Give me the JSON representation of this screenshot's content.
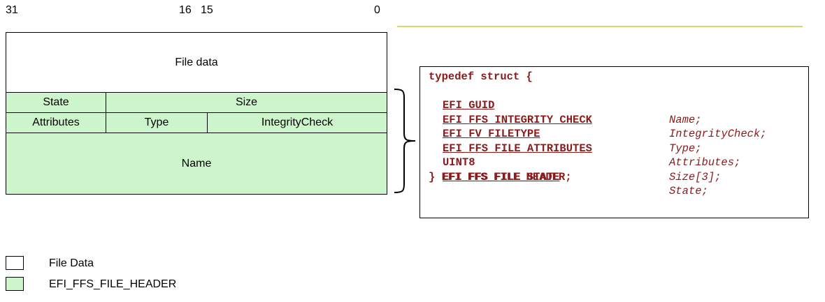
{
  "bit_labels": {
    "b31": "31",
    "b16": "16",
    "b15": "15",
    "b0": "0"
  },
  "layout_diagram": {
    "file_data": "File data",
    "state": "State",
    "size": "Size",
    "attributes": "Attributes",
    "type": "Type",
    "integrity_check": "IntegrityCheck",
    "name": "Name"
  },
  "code": {
    "open": "typedef struct {",
    "fields": [
      {
        "type": "EFI_GUID",
        "name": "Name;"
      },
      {
        "type": "EFI_FFS_INTEGRITY_CHECK",
        "name": "IntegrityCheck;"
      },
      {
        "type": "EFI_FV_FILETYPE",
        "name": "Type;"
      },
      {
        "type": "EFI_FFS_FILE_ATTRIBUTES",
        "name": "Attributes;"
      },
      {
        "type": "UINT8",
        "name": "Size[3];"
      },
      {
        "type": "EFI_FFS_FILE_STATE",
        "name": "State;"
      }
    ],
    "close": "} EFI_FFS_FILE_HEADER;"
  },
  "legend": [
    {
      "label": "File Data",
      "color": "#ffffff"
    },
    {
      "label": "EFI_FFS_FILE_HEADER",
      "color": "#ccf5cc"
    }
  ],
  "colors": {
    "header_fill": "#ccf5cc",
    "code_text": "#8b1a1a",
    "rule": "#d4d86a"
  }
}
